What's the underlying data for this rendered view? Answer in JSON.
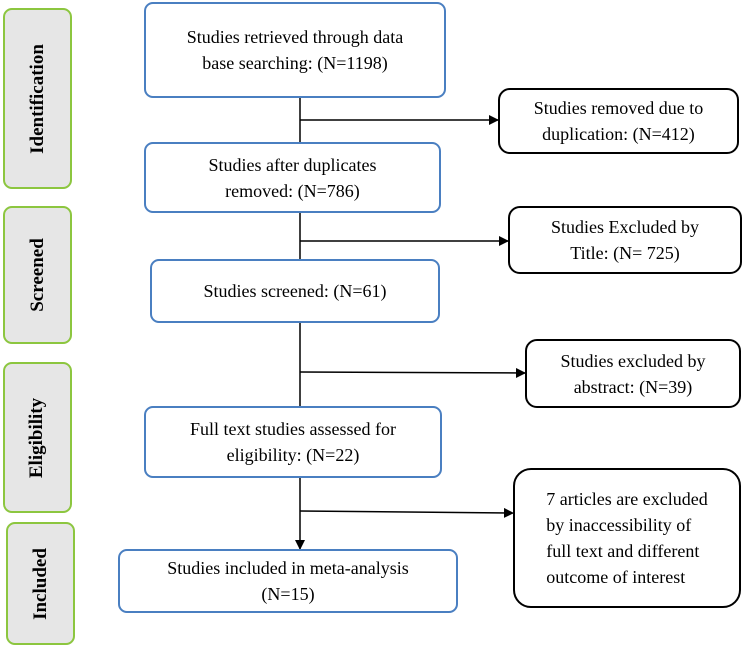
{
  "phases": {
    "identification": "Identification",
    "screened": "Screened",
    "eligibility": "Eligibility",
    "included": "Included"
  },
  "main_boxes": {
    "retrieved": "Studies retrieved through data\nbase searching: (N=1198)",
    "after_duplicates": "Studies after duplicates\nremoved: (N=786)",
    "screened": "Studies screened: (N=61)",
    "full_text": "Full text studies assessed for\neligibility: (N=22)",
    "included": "Studies included in meta-analysis\n(N=15)"
  },
  "exclusion_boxes": {
    "duplicates": "Studies removed due to\nduplication: (N=412)",
    "title": "Studies Excluded by\nTitle: (N= 725)",
    "abstract": "Studies excluded by\nabstract: (N=39)",
    "full_text": "7 articles are excluded\nby inaccessibility of\nfull text and different\noutcome of interest"
  },
  "colors": {
    "phase_border": "#8cc63f",
    "phase_fill": "#e6e6e6",
    "main_border": "#4a7fc1",
    "exclusion_border": "#000000"
  }
}
